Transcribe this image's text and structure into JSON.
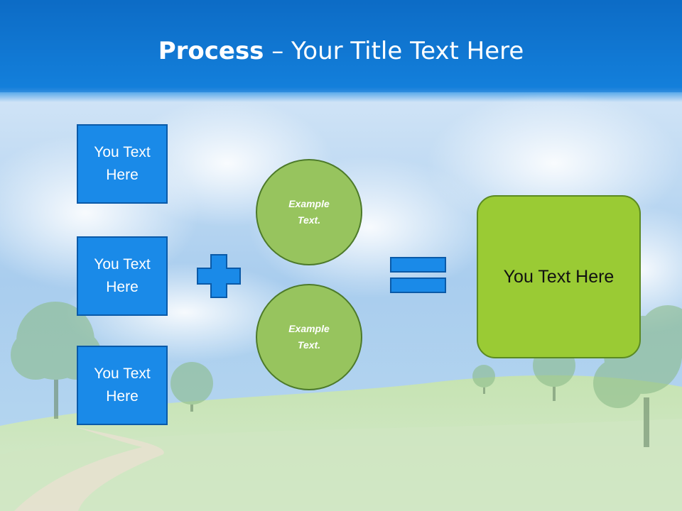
{
  "slide": {
    "title_bold": "Process",
    "title_rest": " – Your Title Text Here"
  },
  "inputs": [
    {
      "label": "You Text Here"
    },
    {
      "label": "You Text Here"
    },
    {
      "label": "You Text Here"
    }
  ],
  "examples": [
    {
      "label": "Example Text."
    },
    {
      "label": "Example Text."
    }
  ],
  "result": {
    "label": "You Text Here"
  },
  "colors": {
    "header": "#0a6ed1",
    "box_fill": "#1a8ae8",
    "circle_fill": "#97c45e",
    "result_fill": "#9acb34"
  },
  "icons": {
    "operator1": "plus-icon",
    "operator2": "equals-icon"
  }
}
